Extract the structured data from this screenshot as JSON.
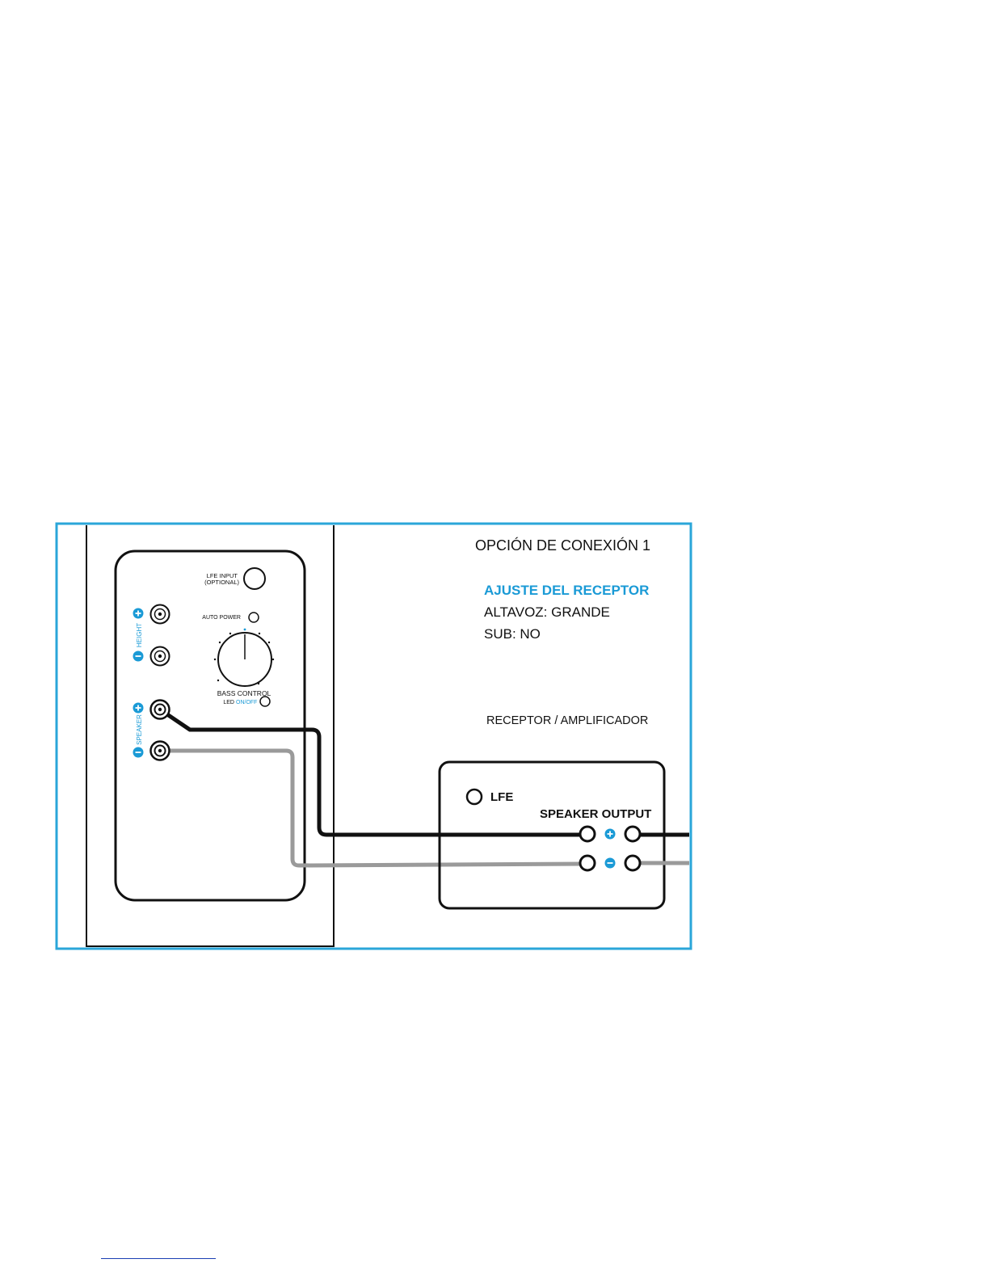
{
  "panel": {
    "title": "OPCIÓN DE CONEXIÓN 1",
    "receiver_settings": {
      "heading": "AJUSTE DEL RECEPTOR",
      "speaker": "ALTAVOZ: GRANDE",
      "sub": "SUB: NO"
    },
    "receiver_label": "RECEPTOR / AMPLIFICADOR"
  },
  "speaker_back": {
    "lfe_input_line1": "LFE INPUT",
    "lfe_input_line2": "(OPTIONAL)",
    "height_label": "HEIGHT",
    "auto_power_label": "AUTO POWER",
    "bass_control_label": "BASS CONTROL",
    "led_label": "LED",
    "led_on_off": "ON/OFF",
    "speaker_label": "SPEAKER"
  },
  "receiver": {
    "lfe_label": "LFE",
    "speaker_output_label": "SPEAKER OUTPUT"
  },
  "colors": {
    "accent": "#1a9ad6",
    "frame": "#2aa6d9",
    "cable_positive": "#111111",
    "cable_negative": "#9a9a9a",
    "line": "#111111"
  }
}
